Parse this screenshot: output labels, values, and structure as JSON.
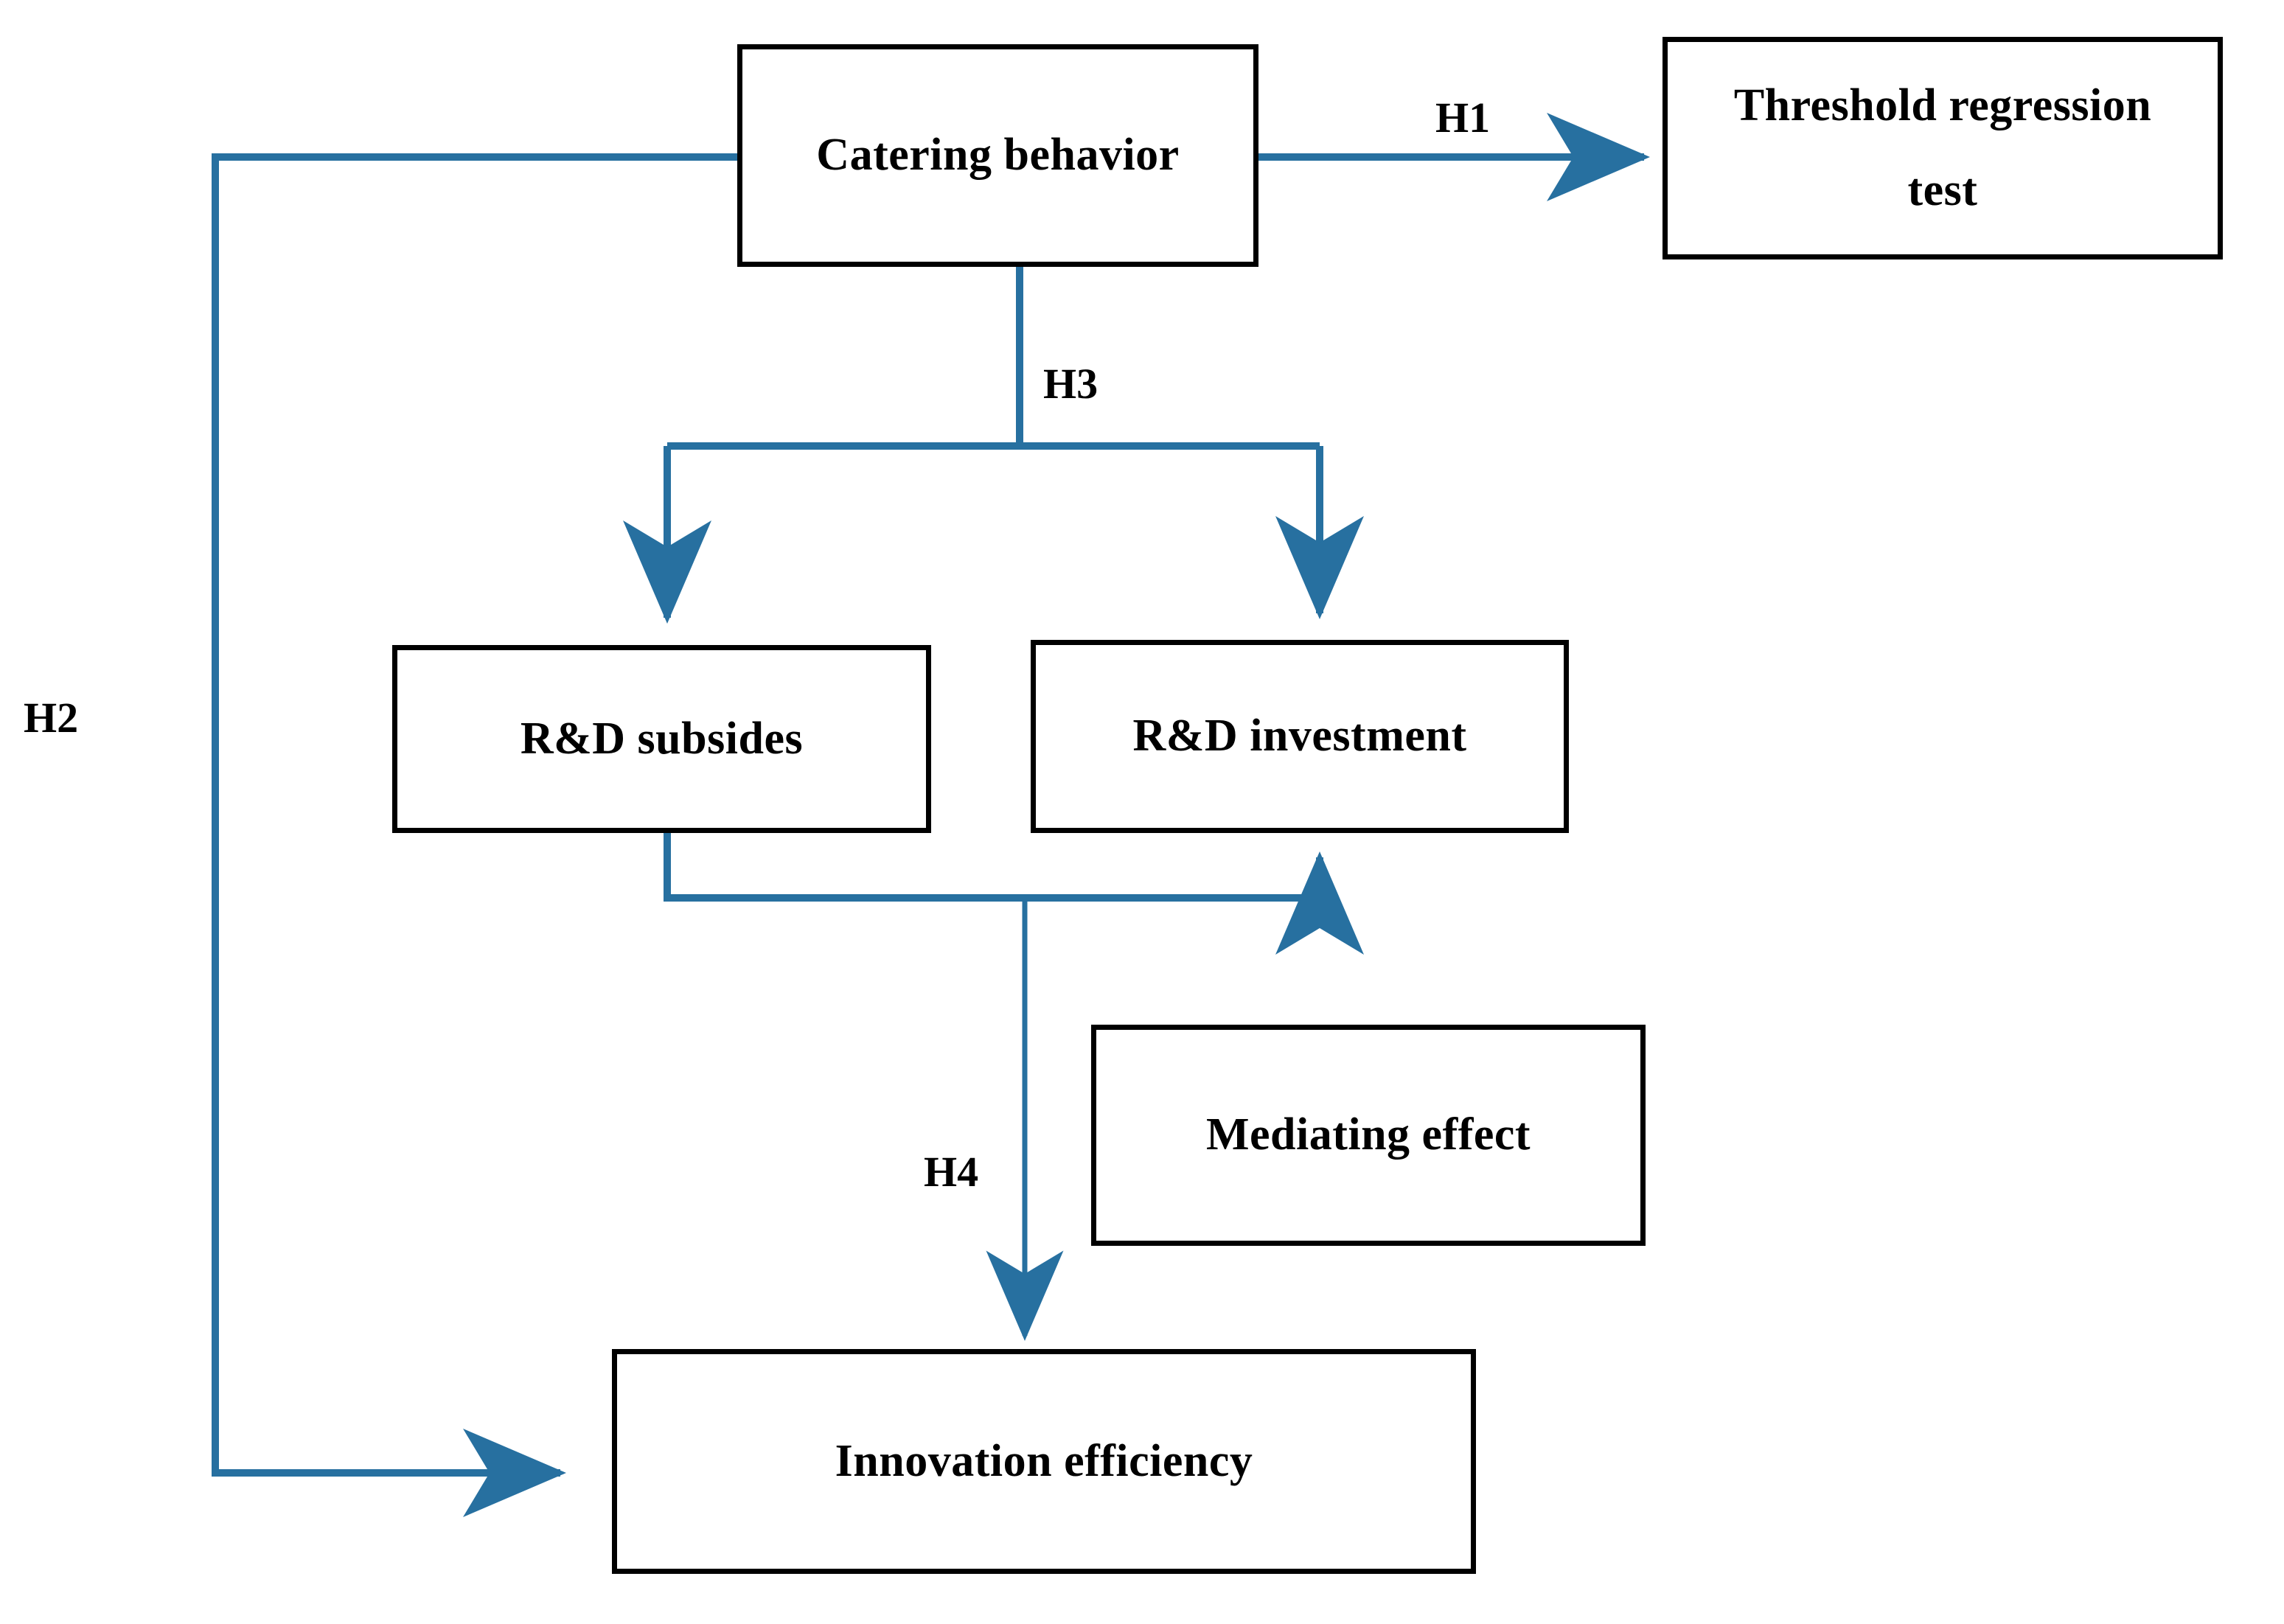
{
  "diagram": {
    "title_nodes": {
      "catering_behavior": "Catering behavior",
      "threshold_regression_test_line1": "Threshold regression",
      "threshold_regression_test_line2": "test",
      "rd_subsides": "R&D subsides",
      "rd_investment": "R&D investment",
      "mediating_effect": "Mediating effect",
      "innovation_efficiency": "Innovation efficiency"
    },
    "hypothesis_labels": {
      "h1": "H1",
      "h2": "H2",
      "h3": "H3",
      "h4": "H4"
    },
    "colors": {
      "connector_blue": "#2770A0",
      "node_border": "#000000",
      "node_fill": "#ffffff",
      "text": "#000000",
      "background": "#ffffff"
    },
    "edges": [
      {
        "id": "h1",
        "label": "H1",
        "from": "catering_behavior",
        "to": "threshold_regression_test",
        "direction": "right"
      },
      {
        "id": "h2",
        "label": "H2",
        "from": "catering_behavior",
        "to": "innovation_efficiency",
        "direction": "left-down-right"
      },
      {
        "id": "h3",
        "label": "H3",
        "from": "catering_behavior",
        "to": "rd_subsides, rd_investment",
        "direction": "down-split"
      },
      {
        "id": "h4",
        "label": "H4",
        "from": "rd_subsides",
        "to": "innovation_efficiency",
        "direction": "down"
      },
      {
        "id": "subsides-to-investment",
        "label": "",
        "from": "rd_subsides",
        "to": "rd_investment",
        "direction": "down-right-up"
      }
    ]
  }
}
